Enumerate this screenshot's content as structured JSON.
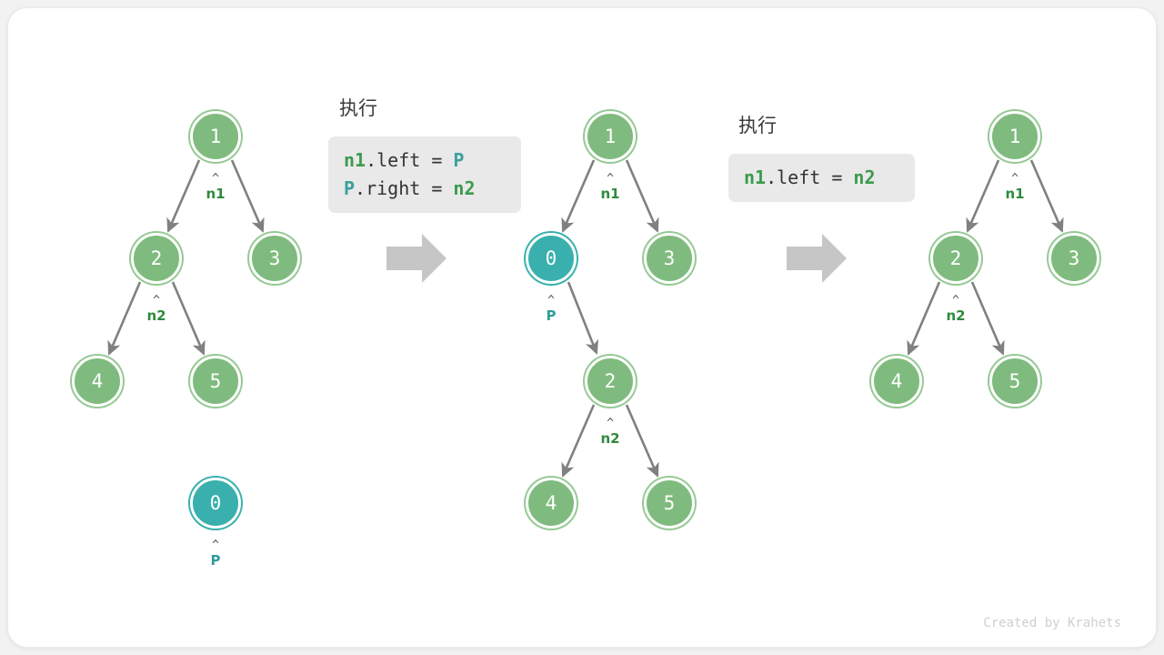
{
  "diagram": {
    "title_left": "执行",
    "title_right": "执行",
    "footer": "Created by Krahets",
    "colors": {
      "node_green": "#7fbb7e",
      "node_green_ring": "#95c994",
      "node_teal": "#39b0ad",
      "label_green": "#2e8b3d",
      "label_teal": "#2f9d99",
      "edge": "#808080",
      "code_bg": "#e9e9e9",
      "big_arrow": "#c6c6c6",
      "card_bg": "#ffffff"
    }
  },
  "code_block_1": {
    "line1": {
      "a": "n1",
      "b": ".left = ",
      "c": "P"
    },
    "line2": {
      "a": "P",
      "b": ".right = ",
      "c": "n2"
    }
  },
  "code_block_2": {
    "line1": {
      "a": "n1",
      "b": ".left = ",
      "c": "n2"
    }
  },
  "panels": [
    {
      "id": "before",
      "nodes": [
        {
          "value": "1",
          "color": "green"
        },
        {
          "value": "2",
          "color": "green"
        },
        {
          "value": "3",
          "color": "green"
        },
        {
          "value": "4",
          "color": "green"
        },
        {
          "value": "5",
          "color": "green"
        },
        {
          "value": "0",
          "color": "teal"
        }
      ],
      "pointers": [
        {
          "caret": "^",
          "name": "n1",
          "color": "green"
        },
        {
          "caret": "^",
          "name": "n2",
          "color": "green"
        },
        {
          "caret": "^",
          "name": "P",
          "color": "teal"
        }
      ]
    },
    {
      "id": "middle",
      "nodes": [
        {
          "value": "1",
          "color": "green"
        },
        {
          "value": "0",
          "color": "teal"
        },
        {
          "value": "3",
          "color": "green"
        },
        {
          "value": "2",
          "color": "green"
        },
        {
          "value": "4",
          "color": "green"
        },
        {
          "value": "5",
          "color": "green"
        }
      ],
      "pointers": [
        {
          "caret": "^",
          "name": "n1",
          "color": "green"
        },
        {
          "caret": "^",
          "name": "P",
          "color": "teal"
        },
        {
          "caret": "^",
          "name": "n2",
          "color": "green"
        }
      ]
    },
    {
      "id": "after",
      "nodes": [
        {
          "value": "1",
          "color": "green"
        },
        {
          "value": "2",
          "color": "green"
        },
        {
          "value": "3",
          "color": "green"
        },
        {
          "value": "4",
          "color": "green"
        },
        {
          "value": "5",
          "color": "green"
        }
      ],
      "pointers": [
        {
          "caret": "^",
          "name": "n1",
          "color": "green"
        },
        {
          "caret": "^",
          "name": "n2",
          "color": "green"
        }
      ]
    }
  ],
  "step_arrows": [
    {
      "name": "step-arrow-1"
    },
    {
      "name": "step-arrow-2"
    }
  ]
}
